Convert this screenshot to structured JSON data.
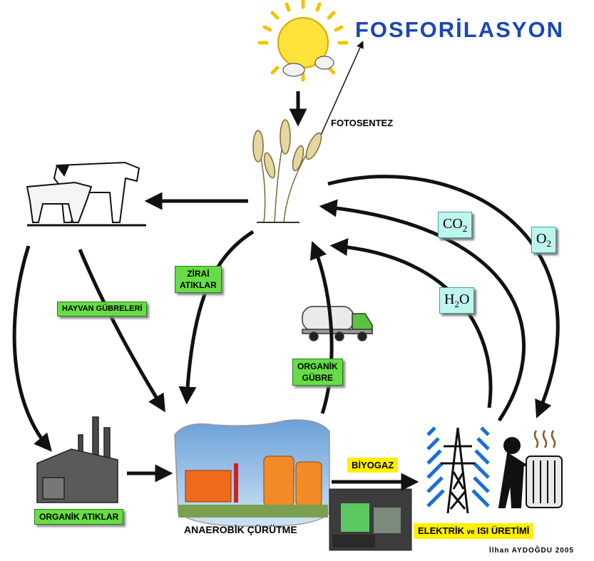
{
  "title": "FOSFORİLASYON",
  "fotosentez": "FOTOSENTEZ",
  "hayvan_gubreleri": "HAYVAN GÜBRELERİ",
  "zirai_atiklar": [
    "ZİRAİ",
    "ATIKLAR"
  ],
  "organik_gubre": [
    "ORGANİK",
    "GÜBRE"
  ],
  "co2": {
    "base": "CO",
    "sub": "2"
  },
  "o2": {
    "base": "O",
    "sub": "2"
  },
  "h2o": {
    "base": "H",
    "sub": "2",
    "tail": "O"
  },
  "biyogaz": "BİYOGAZ",
  "organik_atiklar": "ORGANİK ATIKLAR",
  "anaerobik": "ANAEROBİK ÇÜRÜTME",
  "elektrik": {
    "main": "ELEKTRİK",
    "ve": "ve",
    "rest": "ISI ÜRETİMİ"
  },
  "author": "İlhan AYDOĞDU 2005",
  "icons": [
    "sun-icon",
    "wheat-icon",
    "cattle-icon",
    "tanker-truck-icon",
    "factory-icon",
    "digester-plant-icon",
    "generator-icon",
    "power-tower-icon",
    "person-heater-icon"
  ],
  "colors": {
    "arrow": "#111111",
    "label_green": "#66dd44",
    "gas_box": "#bff5ef",
    "title_blue": "#1a46b8",
    "highlight_yellow": "#ffef00"
  }
}
